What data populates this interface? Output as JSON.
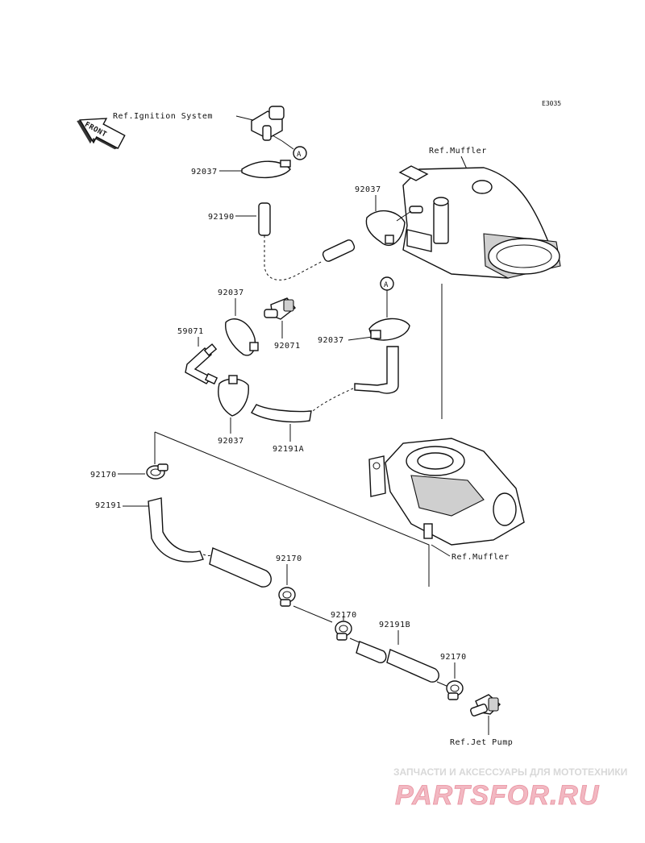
{
  "diagram_code": "E3035",
  "front_label": "FRONT",
  "circle_ref": "A",
  "refs": {
    "ignition": "Ref.Ignition System",
    "muffler_top": "Ref.Muffler",
    "muffler_bottom": "Ref.Muffler",
    "jet_pump": "Ref.Jet Pump"
  },
  "parts": {
    "p92037_a": "92037",
    "p92037_b": "92037",
    "p92190": "92190",
    "p92037_c": "92037",
    "p59071": "59071",
    "p92071": "92071",
    "p92037_d": "92037",
    "p92037_e": "92037",
    "p92191a": "92191A",
    "p92170_a": "92170",
    "p92191": "92191",
    "p92170_b": "92170",
    "p92170_c": "92170",
    "p92191b": "92191B",
    "p92170_d": "92170"
  },
  "watermark": {
    "tagline": "ЗАПЧАСТИ И АКСЕССУАРЫ ДЛЯ МОТОТЕХНИКИ",
    "logo": "PARTSFOR.RU"
  }
}
